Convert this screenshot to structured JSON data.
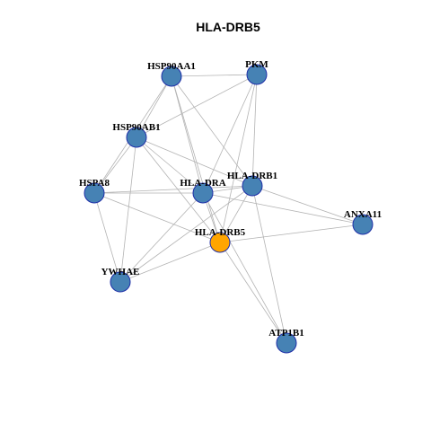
{
  "title": "HLA-DRB5",
  "colors": {
    "default_node": "#4682b4",
    "highlight_node": "#ffa500",
    "node_border": "#1f2fa8",
    "edge": "#b3b3b3"
  },
  "nodes": [
    {
      "id": "HSP90AA1",
      "label": "HSP90AA1",
      "highlight": false
    },
    {
      "id": "PKM",
      "label": "PKM",
      "highlight": false
    },
    {
      "id": "HSP90AB1",
      "label": "HSP90AB1",
      "highlight": false
    },
    {
      "id": "HSPA8",
      "label": "HSPA8",
      "highlight": false
    },
    {
      "id": "HLA-DRA",
      "label": "HLA-DRA",
      "highlight": false
    },
    {
      "id": "HLA-DRB1",
      "label": "HLA-DRB1",
      "highlight": false
    },
    {
      "id": "ANXA11",
      "label": "ANXA11",
      "highlight": false
    },
    {
      "id": "HLA-DRB5",
      "label": "HLA-DRB5",
      "highlight": true
    },
    {
      "id": "YWHAE",
      "label": "YWHAE",
      "highlight": false
    },
    {
      "id": "ATP1B1",
      "label": "ATP1B1",
      "highlight": false
    }
  ],
  "edges": [
    [
      "HSP90AA1",
      "PKM"
    ],
    [
      "HSP90AA1",
      "HSP90AB1"
    ],
    [
      "HSP90AA1",
      "HSPA8"
    ],
    [
      "HSP90AA1",
      "HLA-DRA"
    ],
    [
      "HSP90AA1",
      "HLA-DRB1"
    ],
    [
      "HSP90AA1",
      "HLA-DRB5"
    ],
    [
      "PKM",
      "HSP90AB1"
    ],
    [
      "PKM",
      "HLA-DRA"
    ],
    [
      "PKM",
      "HLA-DRB1"
    ],
    [
      "PKM",
      "HLA-DRB5"
    ],
    [
      "HSP90AB1",
      "HSPA8"
    ],
    [
      "HSP90AB1",
      "HLA-DRA"
    ],
    [
      "HSP90AB1",
      "HLA-DRB1"
    ],
    [
      "HSP90AB1",
      "HLA-DRB5"
    ],
    [
      "HSP90AB1",
      "YWHAE"
    ],
    [
      "HSPA8",
      "HLA-DRA"
    ],
    [
      "HSPA8",
      "HLA-DRB1"
    ],
    [
      "HSPA8",
      "HLA-DRB5"
    ],
    [
      "HSPA8",
      "YWHAE"
    ],
    [
      "HLA-DRA",
      "HLA-DRB1"
    ],
    [
      "HLA-DRA",
      "ANXA11"
    ],
    [
      "HLA-DRA",
      "HLA-DRB5"
    ],
    [
      "HLA-DRA",
      "YWHAE"
    ],
    [
      "HLA-DRA",
      "ATP1B1"
    ],
    [
      "HLA-DRB1",
      "ANXA11"
    ],
    [
      "HLA-DRB1",
      "HLA-DRB5"
    ],
    [
      "HLA-DRB1",
      "YWHAE"
    ],
    [
      "HLA-DRB1",
      "ATP1B1"
    ],
    [
      "ANXA11",
      "HLA-DRB5"
    ],
    [
      "HLA-DRB5",
      "YWHAE"
    ],
    [
      "HLA-DRB5",
      "ATP1B1"
    ]
  ]
}
